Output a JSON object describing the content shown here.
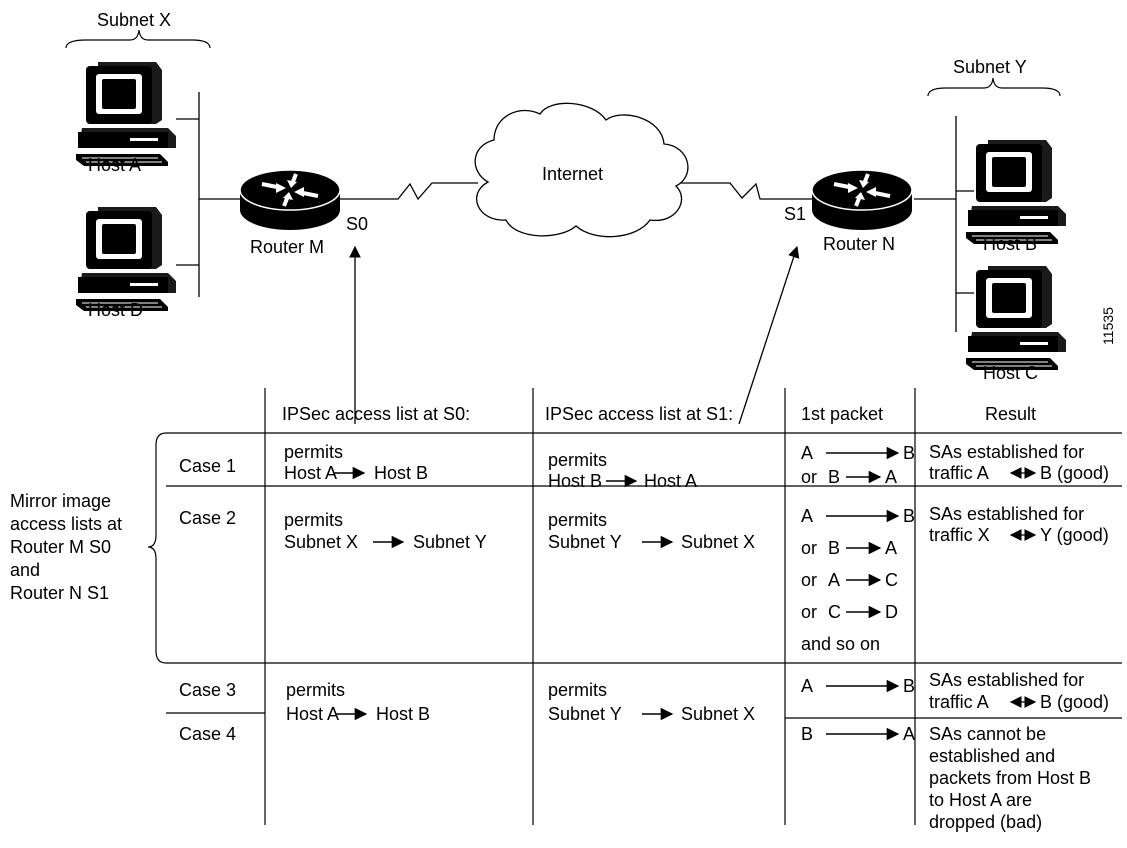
{
  "network": {
    "subnet_x": "Subnet X",
    "subnet_y": "Subnet Y",
    "host_a": "Host A",
    "host_b": "Host B",
    "host_c": "Host C",
    "host_d": "Host D",
    "router_m": "Router M",
    "router_n": "Router N",
    "s0": "S0",
    "s1": "S1",
    "internet": "Internet",
    "figure_id": "11535"
  },
  "table": {
    "headers": [
      "IPSec access list at S0:",
      "IPSec access list at S1:",
      "1st packet",
      "Result"
    ],
    "mirror_label": [
      "Mirror image",
      "access lists at",
      "Router M S0",
      "and",
      "Router N S1"
    ],
    "cases": [
      {
        "label": "Case 1",
        "s0": {
          "line1": "permits",
          "from": "Host A",
          "to": "Host B"
        },
        "s1": {
          "line1": "permits",
          "from": "Host B",
          "to": "Host A"
        },
        "packets": [
          {
            "prefix": "",
            "from": "A",
            "to": "B"
          },
          {
            "prefix": "or",
            "from": "B",
            "to": "A"
          }
        ],
        "result": [
          "SAs established for",
          "traffic A",
          "B (good)"
        ]
      },
      {
        "label": "Case 2",
        "s0": {
          "line1": "permits",
          "from": "Subnet X",
          "to": "Subnet Y"
        },
        "s1": {
          "line1": "permits",
          "from": "Subnet Y",
          "to": "Subnet X"
        },
        "packets": [
          {
            "prefix": "",
            "from": "A",
            "to": "B"
          },
          {
            "prefix": "or",
            "from": "B",
            "to": "A"
          },
          {
            "prefix": "or",
            "from": "A",
            "to": "C"
          },
          {
            "prefix": "or",
            "from": "C",
            "to": "D"
          }
        ],
        "packets_tail": "and so on",
        "result": [
          "SAs established for",
          "traffic X",
          "Y (good)"
        ]
      },
      {
        "label": "Case 3",
        "packets": [
          {
            "prefix": "",
            "from": "A",
            "to": "B"
          }
        ],
        "result": [
          "SAs established for",
          "traffic A",
          "B (good)"
        ]
      },
      {
        "label": "Case 4",
        "packets": [
          {
            "prefix": "",
            "from": "B",
            "to": "A"
          }
        ],
        "result": [
          "SAs cannot be",
          "established and",
          "packets from Host B",
          "to Host A are",
          "dropped (bad)"
        ]
      }
    ],
    "case34_s0": {
      "line1": "permits",
      "from": "Host A",
      "to": "Host B"
    },
    "case34_s1": {
      "line1": "permits",
      "from": "Subnet Y",
      "to": "Subnet X"
    }
  }
}
